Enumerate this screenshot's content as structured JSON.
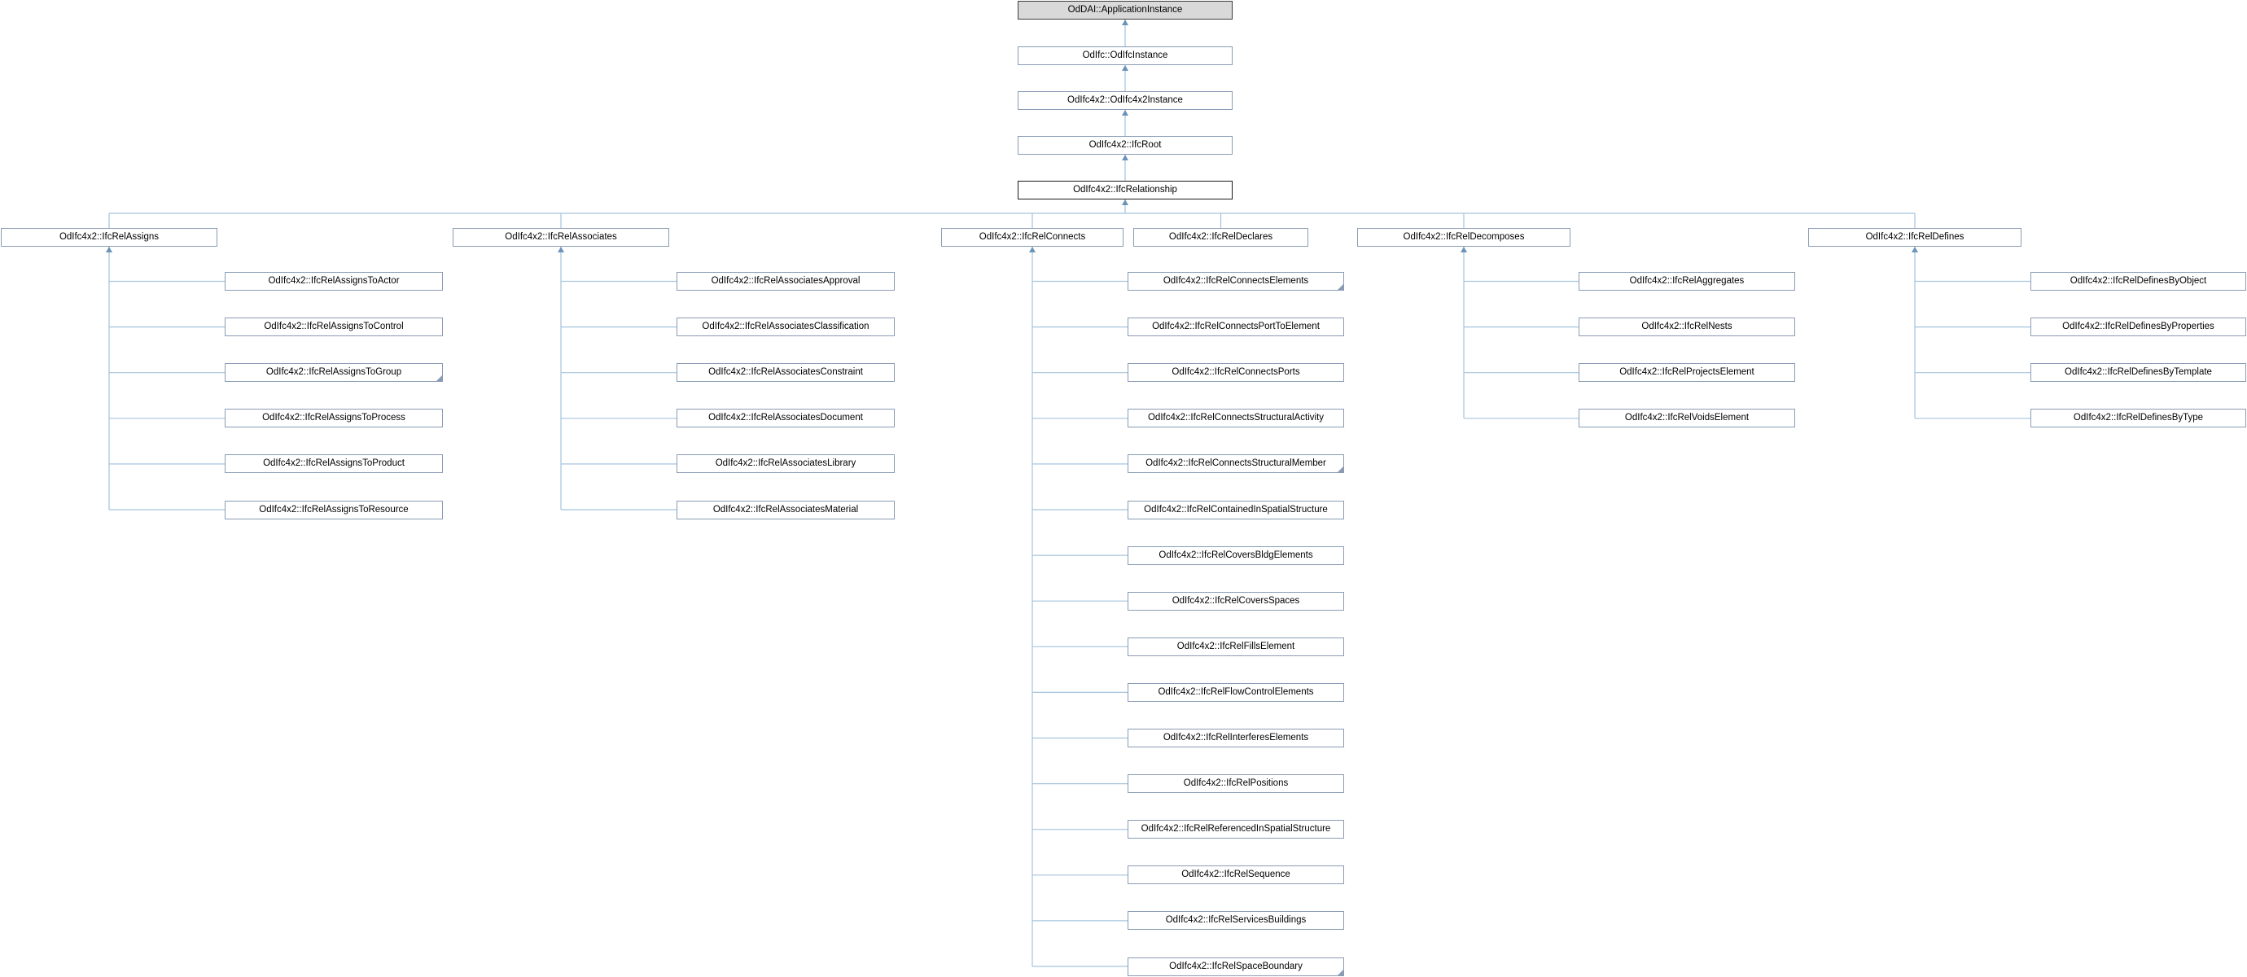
{
  "diagram": {
    "colors": {
      "line": "#a5c3dd",
      "arrow": "#6b93ba",
      "node_border": "#8a9bb4",
      "current_fill": "#d9d9d9",
      "current_border": "#3c3c3c",
      "emphasis_border": "#1a1a1a"
    },
    "chain": [
      {
        "label": "OdDAI::ApplicationInstance",
        "style": "current"
      },
      {
        "label": "OdIfc::OdIfcInstance"
      },
      {
        "label": "OdIfc4x2::OdIfc4x2Instance"
      },
      {
        "label": "OdIfc4x2::IfcRoot"
      },
      {
        "label": "OdIfc4x2::IfcRelationship",
        "style": "emphasis"
      }
    ],
    "branches": [
      {
        "label": "OdIfc4x2::IfcRelAssigns",
        "children": [
          {
            "label": "OdIfc4x2::IfcRelAssignsToActor"
          },
          {
            "label": "OdIfc4x2::IfcRelAssignsToControl"
          },
          {
            "label": "OdIfc4x2::IfcRelAssignsToGroup",
            "has_subclasses": true
          },
          {
            "label": "OdIfc4x2::IfcRelAssignsToProcess"
          },
          {
            "label": "OdIfc4x2::IfcRelAssignsToProduct"
          },
          {
            "label": "OdIfc4x2::IfcRelAssignsToResource"
          }
        ]
      },
      {
        "label": "OdIfc4x2::IfcRelAssociates",
        "children": [
          {
            "label": "OdIfc4x2::IfcRelAssociatesApproval"
          },
          {
            "label": "OdIfc4x2::IfcRelAssociatesClassification"
          },
          {
            "label": "OdIfc4x2::IfcRelAssociatesConstraint"
          },
          {
            "label": "OdIfc4x2::IfcRelAssociatesDocument"
          },
          {
            "label": "OdIfc4x2::IfcRelAssociatesLibrary"
          },
          {
            "label": "OdIfc4x2::IfcRelAssociatesMaterial"
          }
        ]
      },
      {
        "label": "OdIfc4x2::IfcRelConnects",
        "children": [
          {
            "label": "OdIfc4x2::IfcRelConnectsElements",
            "has_subclasses": true
          },
          {
            "label": "OdIfc4x2::IfcRelConnectsPortToElement"
          },
          {
            "label": "OdIfc4x2::IfcRelConnectsPorts"
          },
          {
            "label": "OdIfc4x2::IfcRelConnectsStructuralActivity"
          },
          {
            "label": "OdIfc4x2::IfcRelConnectsStructuralMember",
            "has_subclasses": true
          },
          {
            "label": "OdIfc4x2::IfcRelContainedInSpatialStructure"
          },
          {
            "label": "OdIfc4x2::IfcRelCoversBldgElements"
          },
          {
            "label": "OdIfc4x2::IfcRelCoversSpaces"
          },
          {
            "label": "OdIfc4x2::IfcRelFillsElement"
          },
          {
            "label": "OdIfc4x2::IfcRelFlowControlElements"
          },
          {
            "label": "OdIfc4x2::IfcRelInterferesElements"
          },
          {
            "label": "OdIfc4x2::IfcRelPositions"
          },
          {
            "label": "OdIfc4x2::IfcRelReferencedInSpatialStructure"
          },
          {
            "label": "OdIfc4x2::IfcRelSequence"
          },
          {
            "label": "OdIfc4x2::IfcRelServicesBuildings"
          },
          {
            "label": "OdIfc4x2::IfcRelSpaceBoundary",
            "has_subclasses": true
          }
        ]
      },
      {
        "label": "OdIfc4x2::IfcRelDeclares",
        "children": []
      },
      {
        "label": "OdIfc4x2::IfcRelDecomposes",
        "children": [
          {
            "label": "OdIfc4x2::IfcRelAggregates"
          },
          {
            "label": "OdIfc4x2::IfcRelNests"
          },
          {
            "label": "OdIfc4x2::IfcRelProjectsElement"
          },
          {
            "label": "OdIfc4x2::IfcRelVoidsElement"
          }
        ]
      },
      {
        "label": "OdIfc4x2::IfcRelDefines",
        "children": [
          {
            "label": "OdIfc4x2::IfcRelDefinesByObject"
          },
          {
            "label": "OdIfc4x2::IfcRelDefinesByProperties"
          },
          {
            "label": "OdIfc4x2::IfcRelDefinesByTemplate"
          },
          {
            "label": "OdIfc4x2::IfcRelDefinesByType"
          }
        ]
      }
    ]
  }
}
